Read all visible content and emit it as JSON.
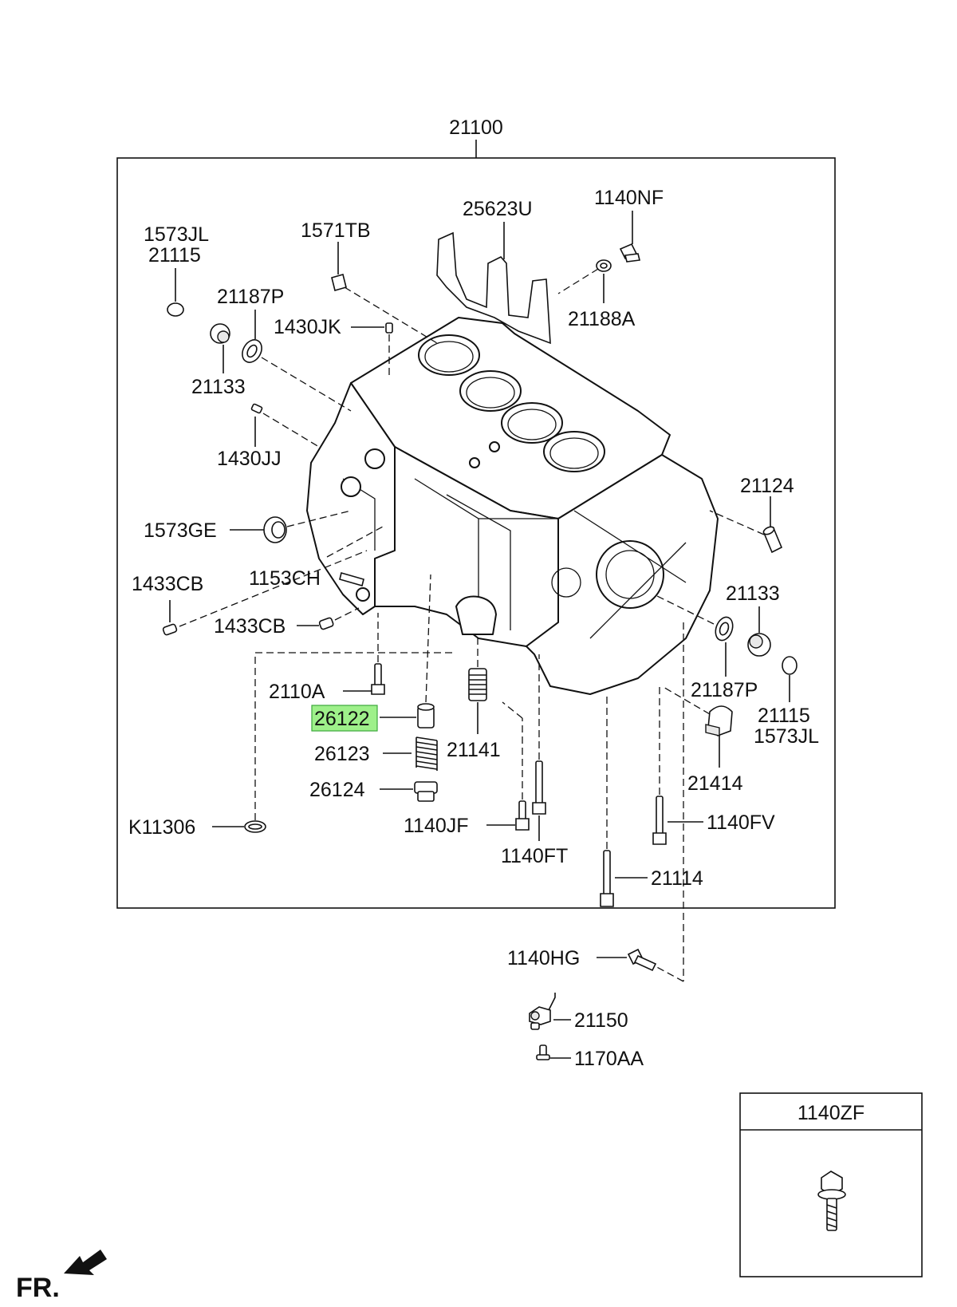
{
  "diagram": {
    "main_part": "21100",
    "callouts": {
      "c_1573JL_a": "1573JL",
      "c_21115_a": "21115",
      "c_1571TB": "1571TB",
      "c_25623U": "25623U",
      "c_1140NF": "1140NF",
      "c_21187P_a": "21187P",
      "c_1430JK": "1430JK",
      "c_21188A": "21188A",
      "c_21133_a": "21133",
      "c_1430JJ": "1430JJ",
      "c_21124": "21124",
      "c_1573GE": "1573GE",
      "c_1433CB_a": "1433CB",
      "c_1153CH": "1153CH",
      "c_21133_b": "21133",
      "c_1433CB_b": "1433CB",
      "c_2110A": "2110A",
      "c_21187P_b": "21187P",
      "c_26122": "26122",
      "c_21115_b": "21115",
      "c_1573JL_b": "1573JL",
      "c_21141": "21141",
      "c_26123": "26123",
      "c_21414": "21414",
      "c_26124": "26124",
      "c_1140JF": "1140JF",
      "c_1140FV": "1140FV",
      "c_K11306": "K11306",
      "c_1140FT": "1140FT",
      "c_21114": "21114",
      "c_1140HG": "1140HG",
      "c_21150": "21150",
      "c_1170AA": "1170AA"
    },
    "highlighted_part": "26122",
    "highlight_color": "#9ef08a"
  },
  "inset": {
    "title": "1140ZF"
  },
  "orientation": {
    "label": "FR."
  }
}
